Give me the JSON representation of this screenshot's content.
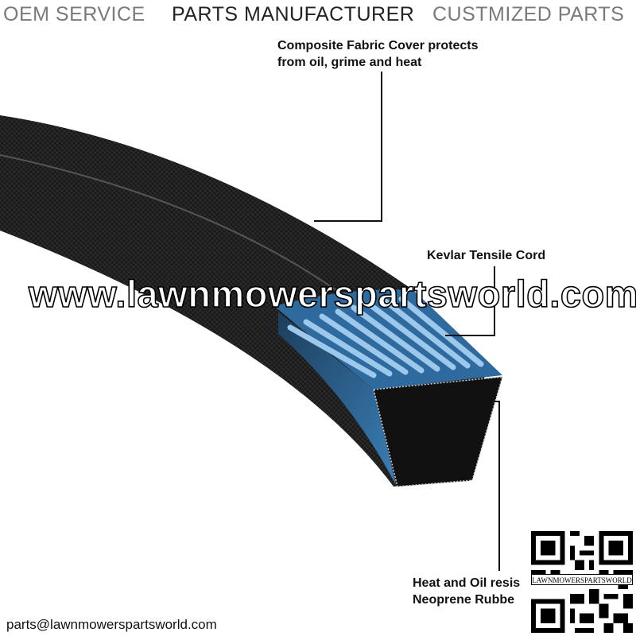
{
  "header": {
    "left": "OEM SERVICE",
    "center": "PARTS MANUFACTURER",
    "right": "CUSTMIZED PARTS"
  },
  "callouts": {
    "cover_line1": "Composite Fabric Cover protects",
    "cover_line2": "from oil, grime and heat",
    "kevlar": "Kevlar Tensile Cord",
    "rubber_line1": "Heat and Oil resis",
    "rubber_line2": "Neoprene Rubbe"
  },
  "watermark": "www.lawnmowerspartsworld.com",
  "qr_label": "LAWNMOWERSPARTSWORLD",
  "email": "parts@lawnmowerspartsworld.com",
  "colors": {
    "header_gray": "#7a7a7a",
    "header_dark": "#222222",
    "cord_blue": "#6fa6d6",
    "side_blue": "#2f6fa6"
  }
}
